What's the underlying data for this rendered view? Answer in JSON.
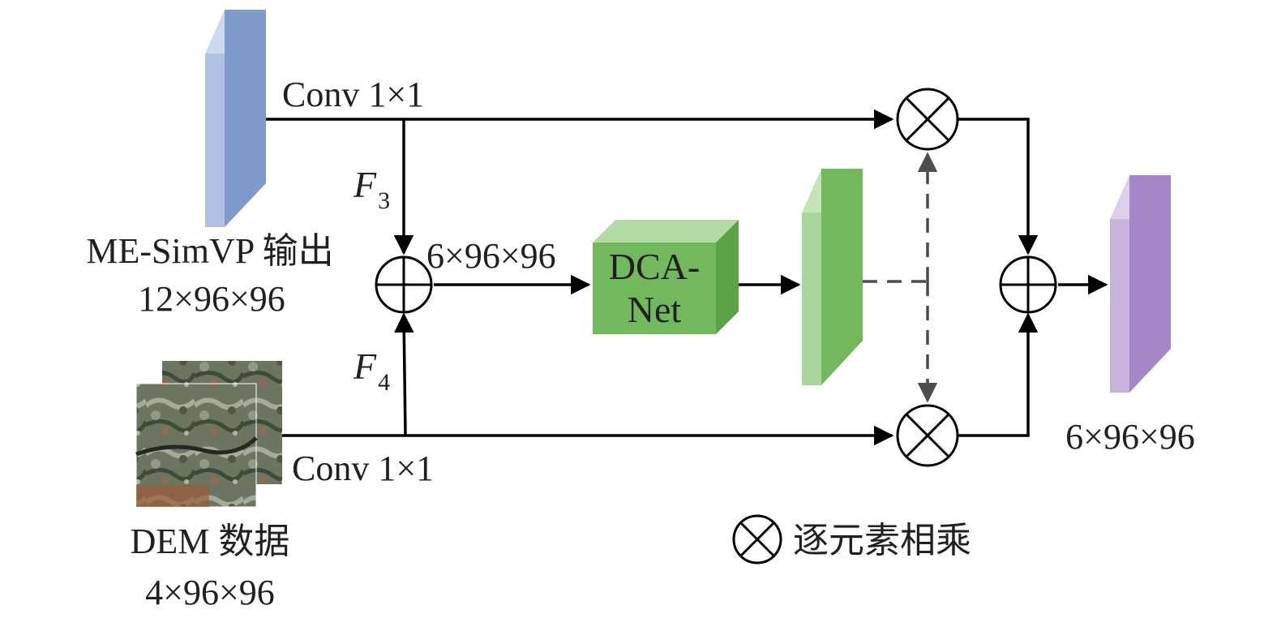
{
  "inputs": {
    "simvp": {
      "name": "ME-SimVP 输出",
      "shape": "12×96×96"
    },
    "dem": {
      "name": "DEM 数据",
      "shape": "4×96×96"
    }
  },
  "conv_top": "Conv 1×1",
  "conv_bottom": "Conv 1×1",
  "f3": {
    "base": "F",
    "sub": "3"
  },
  "f4": {
    "base": "F",
    "sub": "4"
  },
  "fused_shape": "6×96×96",
  "module": {
    "line1": "DCA-",
    "line2": "Net"
  },
  "output_shape": "6×96×96",
  "legend": {
    "text": "逐元素相乘"
  },
  "colors": {
    "simvp_front": "#7f9bcc",
    "simvp_side": "#b0c1e3",
    "green_front": "#72b95e",
    "green_light": "#a9d69a",
    "purple_front": "#a487c8",
    "purple_side": "#c7b4dd",
    "line": "#000000",
    "dashed": "#4d4d4d"
  },
  "icons": {
    "add": "circle-plus-icon",
    "multiply": "circle-times-icon"
  }
}
